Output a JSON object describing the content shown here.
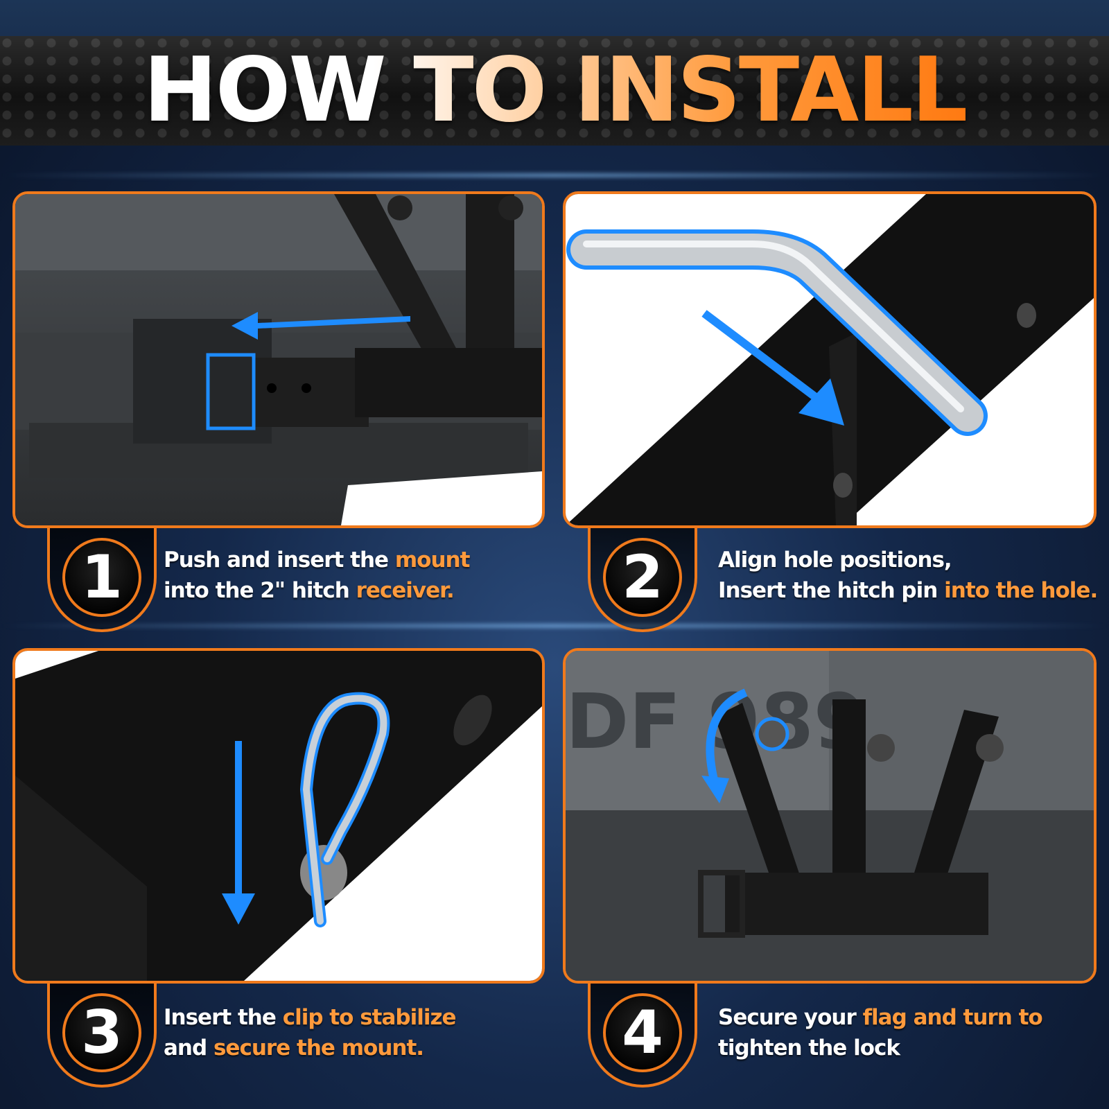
{
  "title": "HOW TO INSTALL",
  "colors": {
    "accent": "#f07a1c",
    "highlight": "#1e8cff",
    "orange_text": "#ff9a3c"
  },
  "steps": [
    {
      "number": "1",
      "caption_lines": [
        [
          {
            "text": "Push and insert the ",
            "tone": "w"
          },
          {
            "text": "mount",
            "tone": "o"
          }
        ],
        [
          {
            "text": "into the 2\" hitch ",
            "tone": "w"
          },
          {
            "text": "receiver.",
            "tone": "o"
          }
        ]
      ]
    },
    {
      "number": "2",
      "caption_lines": [
        [
          {
            "text": "Align hole positions,",
            "tone": "w"
          }
        ],
        [
          {
            "text": "Insert the hitch pin ",
            "tone": "w"
          },
          {
            "text": "into the hole.",
            "tone": "o"
          }
        ]
      ]
    },
    {
      "number": "3",
      "caption_lines": [
        [
          {
            "text": "Insert the ",
            "tone": "w"
          },
          {
            "text": "clip to stabilize",
            "tone": "o"
          }
        ],
        [
          {
            "text": "and ",
            "tone": "w"
          },
          {
            "text": "secure the mount.",
            "tone": "o"
          }
        ]
      ]
    },
    {
      "number": "4",
      "caption_lines": [
        [
          {
            "text": "Secure your ",
            "tone": "w"
          },
          {
            "text": "flag and turn to",
            "tone": "o"
          }
        ],
        [
          {
            "text": "tighten the lock",
            "tone": "w"
          }
        ]
      ]
    }
  ],
  "photo4_plate_text": "DF 989"
}
